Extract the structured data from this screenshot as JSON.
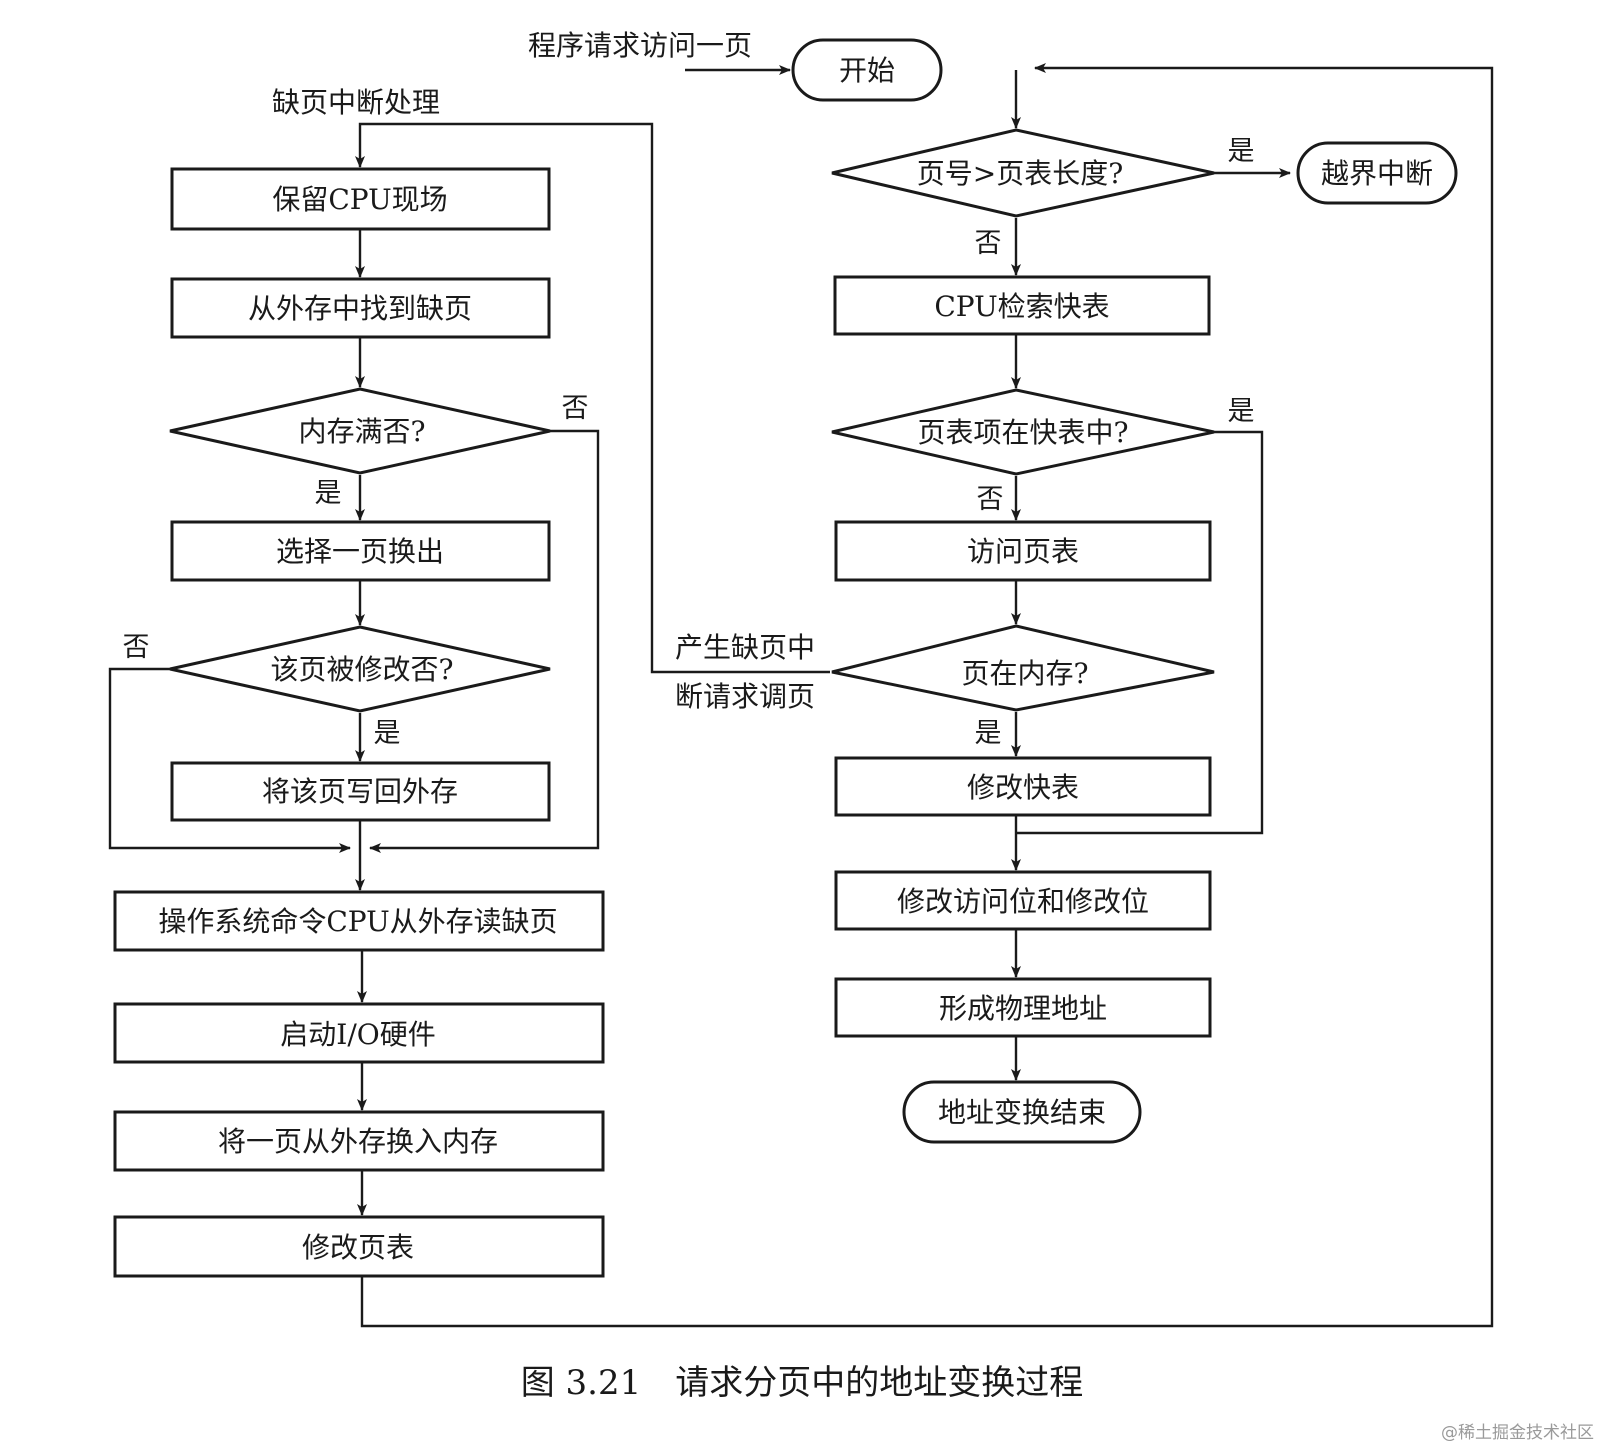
{
  "diagram": {
    "left": {
      "title": "缺页中断处理",
      "save_cpu": "保留CPU现场",
      "find_page": "从外存中找到缺页",
      "mem_full": "内存满否?",
      "select_page": "选择一页换出",
      "page_modified": "该页被修改否?",
      "write_back": "将该页写回外存",
      "os_read": "操作系统命令CPU从外存读缺页",
      "start_io": "启动I/O硬件",
      "swap_in": "将一页从外存换入内存",
      "modify_pt": "修改页表"
    },
    "right": {
      "program_request": "程序请求访问一页",
      "start": "开始",
      "page_gt_len": "页号>页表长度?",
      "out_of_bounds": "越界中断",
      "cpu_search_tlb": "CPU检索快表",
      "in_tlb": "页表项在快表中?",
      "access_pt": "访问页表",
      "page_in_mem": "页在内存?",
      "page_fault_line1": "产生缺页中",
      "page_fault_line2": "断请求调页",
      "modify_tlb": "修改快表",
      "modify_bits": "修改访问位和修改位",
      "form_addr": "形成物理地址",
      "end": "地址变换结束"
    },
    "labels": {
      "yes": "是",
      "no": "否"
    }
  },
  "caption": "图 3.21　请求分页中的地址变换过程",
  "watermark": "@稀土掘金技术社区"
}
